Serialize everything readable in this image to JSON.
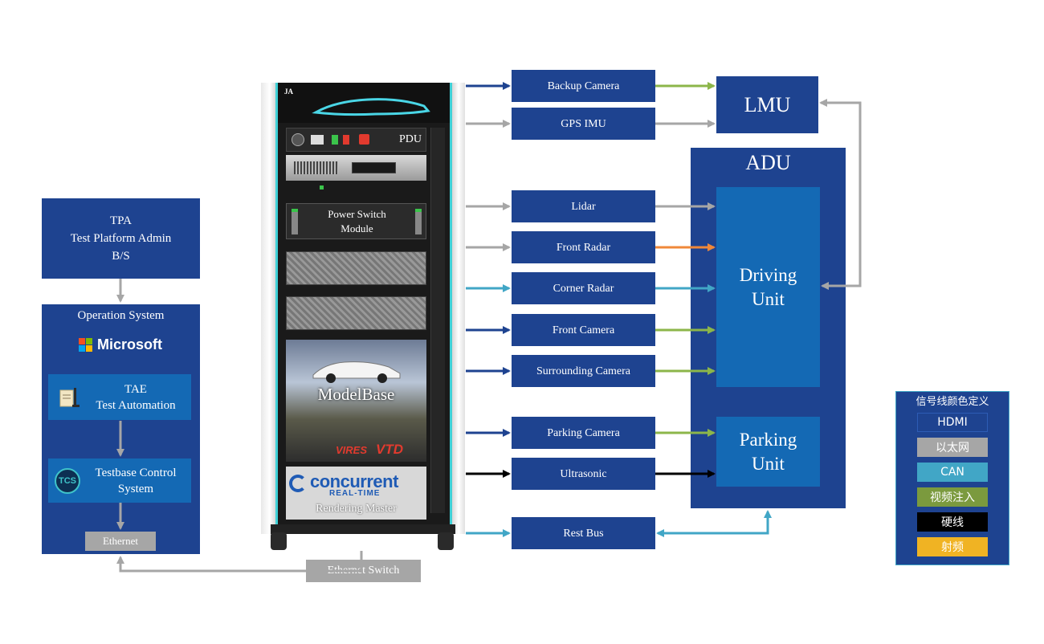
{
  "tpa_box": {
    "text": "TPA\nTest Platform  Admin\nB/S"
  },
  "os_box": {
    "title": "Operation System",
    "microsoft_label": "Microsoft",
    "tae_text": "TAE\nTest Automation",
    "tcs_logo_text": "TCS",
    "tcs_text": "Testbase Control\nSystem",
    "ethernet_label": "Ethernet"
  },
  "ethernet_switch_label": "Ethernet Switch",
  "rack": {
    "brand_text": "JA",
    "pdu_label": "PDU",
    "power_switch_text": "Power Switch\nModule",
    "modelbase_label": "ModelBase",
    "vires_label": "VIRES",
    "vtd_label": "VTD",
    "concurrent_label": "concurrent",
    "real_time_label": "REAL-TIME",
    "rendering_master_label": "Rendering Master"
  },
  "sensors": [
    "Backup Camera",
    "GPS IMU",
    "Lidar",
    "Front Radar",
    "Corner Radar",
    "Front Camera",
    "Surrounding Camera",
    "Parking Camera",
    "Ultrasonic",
    "Rest Bus"
  ],
  "lmu_label": "LMU",
  "adu": {
    "title": "ADU",
    "driving_unit": "Driving\nUnit",
    "parking_unit": "Parking\nUnit"
  },
  "legend": {
    "title": "信号线颜色定义",
    "items": [
      {
        "label": "HDMI",
        "color": "#1e4390"
      },
      {
        "label": "以太网",
        "color": "#a6a6a6"
      },
      {
        "label": "CAN",
        "color": "#41a6c6"
      },
      {
        "label": "视频注入",
        "color": "#7b9a3e"
      },
      {
        "label": "硬线",
        "color": "#000000"
      },
      {
        "label": "射频",
        "color": "#f0b323"
      }
    ]
  },
  "colors": {
    "hdmi": "#1e4390",
    "ethernet": "#a6a6a6",
    "can": "#41a6c6",
    "video_injection": "#8cb64a",
    "hardwire": "#000000",
    "rf_orange": "#f0883a",
    "box_navy": "#1e4390",
    "unit_blue": "#1469b4"
  }
}
